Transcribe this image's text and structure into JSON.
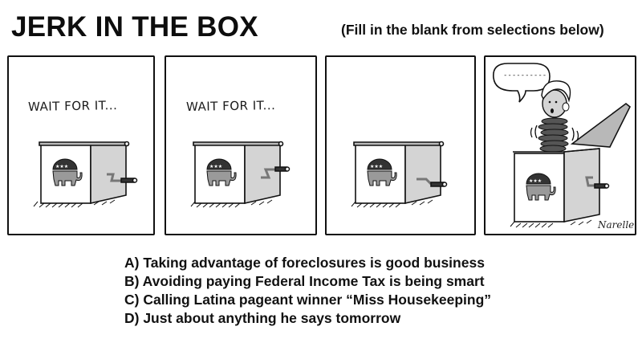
{
  "comic": {
    "title": "JERK IN THE BOX",
    "subtitle": "(Fill in the blank from selections below)",
    "panels": [
      {
        "caption": "WAIT FOR IT...",
        "scene": "jack-in-the-box closed, crank up"
      },
      {
        "caption": "WAIT FOR IT...",
        "scene": "jack-in-the-box closed, crank turning"
      },
      {
        "caption": "",
        "scene": "jack-in-the-box closed, crank down"
      },
      {
        "caption": "",
        "scene": "box open, figure pops out on spring",
        "speech_bubble": "----------",
        "signature": "Narelle"
      }
    ],
    "options": [
      "A) Taking advantage of foreclosures is good business",
      "B) Avoiding paying Federal Income Tax is being smart",
      "C) Calling Latina pageant winner “Miss Housekeeping”",
      "D) Just about anything he says tomorrow"
    ],
    "colors": {
      "ink": "#111111",
      "box_side": "#d4d4d4",
      "elephant_top": "#333333",
      "elephant_bottom": "#9a9a9a",
      "background": "#ffffff"
    }
  }
}
